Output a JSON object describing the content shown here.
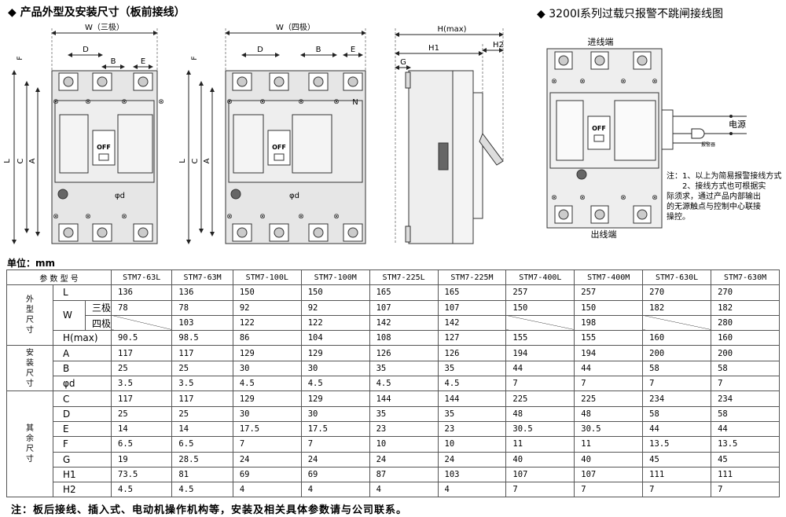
{
  "headers": {
    "left_title": "产品外型及安装尺寸（板前接线）",
    "right_title": "3200I系列过载只报警不跳闸接线图",
    "bullet": "◆"
  },
  "diagram_labels": {
    "w_three": "W（三极）",
    "w_four": "W（四极）",
    "d": "D",
    "b": "B",
    "e": "E",
    "f": "F",
    "l": "L",
    "c": "C",
    "a": "A",
    "phi_d": "φd",
    "n": "N",
    "off": "OFF",
    "h_max": "H(max)",
    "h1": "H1",
    "h2": "H2",
    "g": "G"
  },
  "wiring": {
    "in_terminal": "进线端",
    "out_terminal": "出线端",
    "power": "电源",
    "alarm": "报警器",
    "note_lines": [
      "注：1、以上为简易报警接线方式",
      "　　2、接线方式也可根据实",
      "际须求，通过产品内部输出",
      "的无源触点与控制中心联接",
      "操控。"
    ]
  },
  "unit_label": "单位：mm",
  "table": {
    "param_header": "参 数 型 号",
    "models": [
      "STM7-63L",
      "STM7-63M",
      "STM7-100L",
      "STM7-100M",
      "STM7-225L",
      "STM7-225M",
      "STM7-400L",
      "STM7-400M",
      "STM7-630L",
      "STM7-630M"
    ],
    "group_outer": "外型尺寸",
    "group_install": "安装尺寸",
    "group_other": "其余尺寸",
    "w_symbol": "W",
    "row_L": {
      "label": "L",
      "values": [
        "136",
        "136",
        "150",
        "150",
        "165",
        "165",
        "257",
        "257",
        "270",
        "270"
      ]
    },
    "row_W3": {
      "label": "三极",
      "values": [
        "78",
        "78",
        "92",
        "92",
        "107",
        "107",
        "150",
        "150",
        "182",
        "182"
      ]
    },
    "row_W4": {
      "label": "四极",
      "values": [
        "",
        "103",
        "122",
        "122",
        "142",
        "142",
        "",
        "198",
        "",
        "280"
      ]
    },
    "row_H": {
      "label": "H(max)",
      "values": [
        "90.5",
        "98.5",
        "86",
        "104",
        "108",
        "127",
        "155",
        "155",
        "160",
        "160"
      ]
    },
    "row_A": {
      "label": "A",
      "values": [
        "117",
        "117",
        "129",
        "129",
        "126",
        "126",
        "194",
        "194",
        "200",
        "200"
      ]
    },
    "row_B": {
      "label": "B",
      "values": [
        "25",
        "25",
        "30",
        "30",
        "35",
        "35",
        "44",
        "44",
        "58",
        "58"
      ]
    },
    "row_d": {
      "label": "φd",
      "values": [
        "3.5",
        "3.5",
        "4.5",
        "4.5",
        "4.5",
        "4.5",
        "7",
        "7",
        "7",
        "7"
      ]
    },
    "row_C": {
      "label": "C",
      "values": [
        "117",
        "117",
        "129",
        "129",
        "144",
        "144",
        "225",
        "225",
        "234",
        "234"
      ]
    },
    "row_D": {
      "label": "D",
      "values": [
        "25",
        "25",
        "30",
        "30",
        "35",
        "35",
        "48",
        "48",
        "58",
        "58"
      ]
    },
    "row_E": {
      "label": "E",
      "values": [
        "14",
        "14",
        "17.5",
        "17.5",
        "23",
        "23",
        "30.5",
        "30.5",
        "44",
        "44"
      ]
    },
    "row_F": {
      "label": "F",
      "values": [
        "6.5",
        "6.5",
        "7",
        "7",
        "10",
        "10",
        "11",
        "11",
        "13.5",
        "13.5"
      ]
    },
    "row_G": {
      "label": "G",
      "values": [
        "19",
        "28.5",
        "24",
        "24",
        "24",
        "24",
        "40",
        "40",
        "45",
        "45"
      ]
    },
    "row_H1": {
      "label": "H1",
      "values": [
        "73.5",
        "81",
        "69",
        "69",
        "87",
        "103",
        "107",
        "107",
        "111",
        "111"
      ]
    },
    "row_H2": {
      "label": "H2",
      "values": [
        "4.5",
        "4.5",
        "4",
        "4",
        "4",
        "4",
        "7",
        "7",
        "7",
        "7"
      ]
    }
  },
  "footer_note": "注：板后接线、插入式、电动机操作机构等，安装及相关具体参数请与公司联系。"
}
